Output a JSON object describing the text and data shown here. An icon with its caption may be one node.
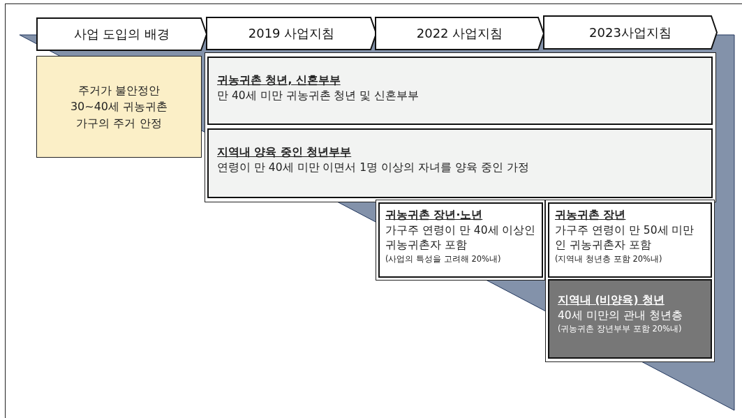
{
  "diagram": {
    "nodes": [
      {
        "text": [
          "사업 도입의 배경"
        ]
      },
      {
        "text": [
          "2019 사업지침"
        ]
      },
      {
        "text": [
          "2022 사업지침"
        ]
      },
      {
        "text": [
          "2023사업지침"
        ]
      },
      {
        "text": [
          "주거가 불안정안 30~40세 귀농귀촌 가구의 주거 안정"
        ]
      },
      {
        "text": [
          "귀농귀촌 청년, 신혼부부",
          "만 40세 미만 귀농귀촌 청년 및 신혼부부"
        ]
      },
      {
        "text": [
          "지역내 양육 중인 청년부부",
          "연령이 만 40세 미만 이면서 1명 이상의 자녀를 양육 중인 가정"
        ]
      },
      {
        "text": [
          "귀농귀촌 장년·노년",
          "가구주 연령이 만 40세 이상인 귀농귀촌자 포함",
          "(사업의 특성을 고려해 20%내)"
        ]
      },
      {
        "text": [
          "귀농귀촌 장년",
          "가구주 연령이 만 50세 미만인 귀농귀촌자 포함",
          "(지역내 청년층 포함 20%내)"
        ]
      },
      {
        "text": [
          "지역내 (비양육) 청년",
          "40세 미만의 관내 청년층",
          "(귀농귀촌 장년부부 포함 20%내)"
        ]
      }
    ]
  }
}
